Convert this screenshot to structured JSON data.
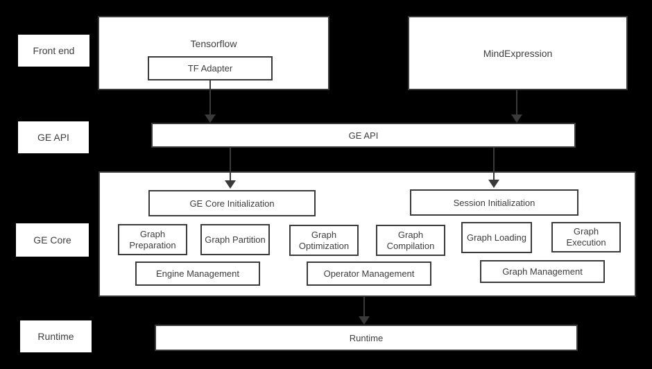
{
  "colors": {
    "background": "#000000",
    "box_fill": "#ffffff",
    "border": "#3a3a3a",
    "text": "#3d3d3d",
    "arrow": "#3a3a3a"
  },
  "row_labels": [
    {
      "label": "Front end"
    },
    {
      "label": "GE API"
    },
    {
      "label": "GE Core"
    },
    {
      "label": "Runtime"
    }
  ],
  "front_end": {
    "tensorflow": {
      "label": "Tensorflow",
      "adapter": "TF Adapter"
    },
    "mind_expression": {
      "label": "MindExpression"
    }
  },
  "ge_api_bar": {
    "label": "GE API"
  },
  "ge_core": {
    "init_boxes": [
      "GE Core Initialization",
      "Session Initialization"
    ],
    "pipeline_boxes": [
      "Graph Preparation",
      "Graph Partition",
      "Graph Optimization",
      "Graph Compilation",
      "Graph Loading",
      "Graph Execution"
    ],
    "management_boxes": [
      "Engine Management",
      "Operator Management",
      "Graph Management"
    ]
  },
  "runtime_bar": {
    "label": "Runtime"
  }
}
